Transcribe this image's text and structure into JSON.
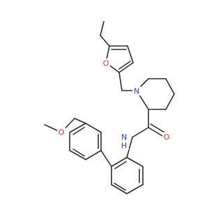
{
  "molecule": {
    "atoms": [
      {
        "id": "O_furan",
        "label": "O",
        "color": "#e0312a"
      },
      {
        "id": "N_pip",
        "label": "N",
        "color": "#2b3bd6"
      },
      {
        "id": "O_carbonyl",
        "label": "O",
        "color": "#e0312a"
      },
      {
        "id": "NH_amide",
        "label": "N",
        "sublabel": "H",
        "color": "#2b3bd6"
      },
      {
        "id": "O_methoxy",
        "label": "O",
        "color": "#e0312a"
      }
    ]
  }
}
